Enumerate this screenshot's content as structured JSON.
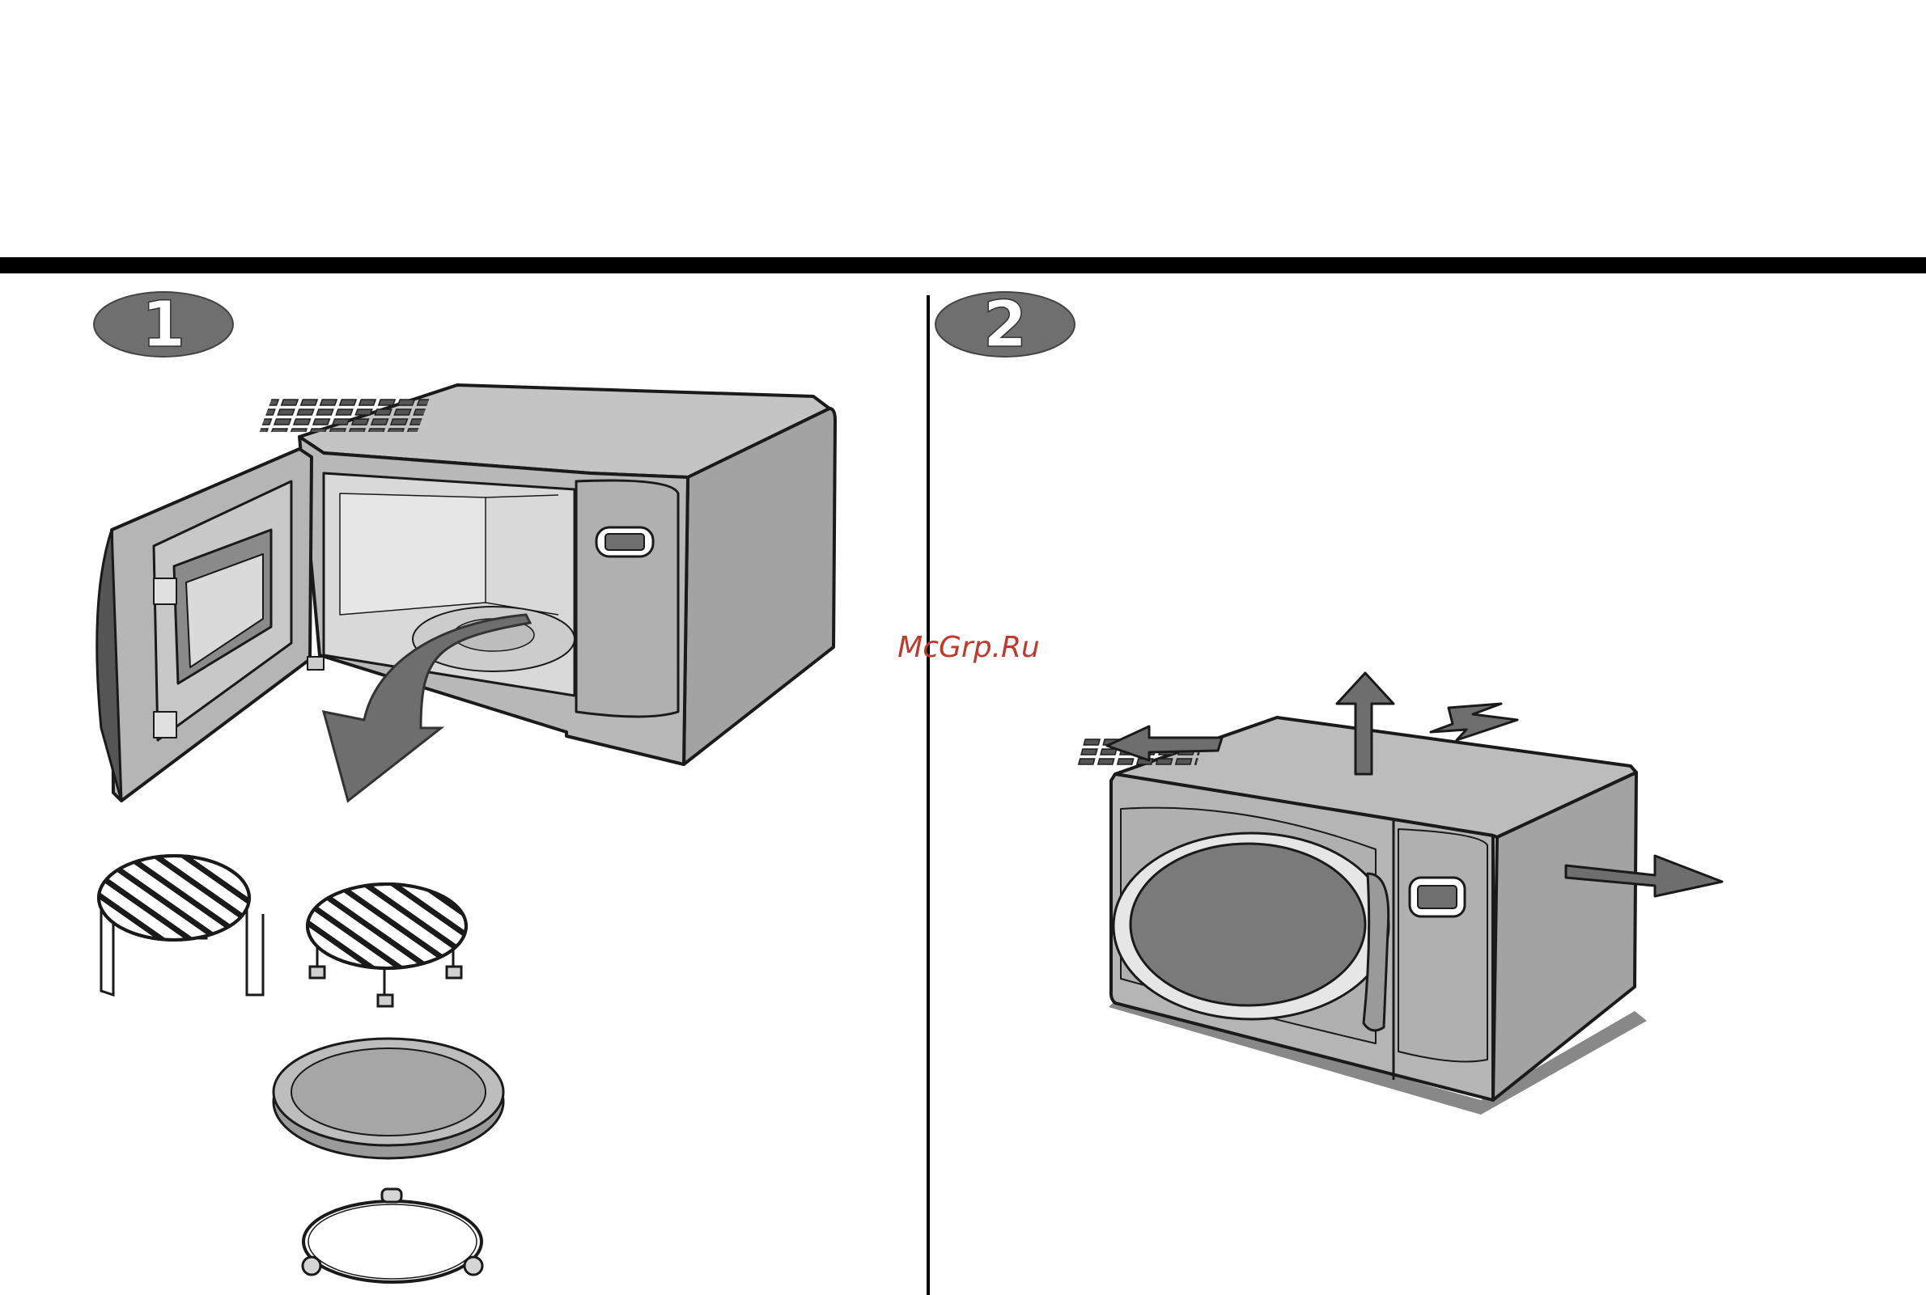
{
  "steps": [
    {
      "number": "1"
    },
    {
      "number": "2"
    }
  ],
  "watermark": {
    "text": "McGrp.Ru",
    "color": "#c0392b"
  },
  "colors": {
    "rule": "#000000",
    "body_fill": "#b5b5b5",
    "body_side": "#a3a3a3",
    "dark_fill": "#7a7a7a",
    "arrow_fill": "#6e6e6e",
    "badge_fill": "#6f6f6f",
    "line": "#1a1a1a"
  },
  "icons": [
    "microwave-open-door",
    "high-rack-icon",
    "low-rack-icon",
    "glass-tray-icon",
    "roller-ring-icon",
    "microwave-clearance",
    "clearance-arrow-icon"
  ]
}
